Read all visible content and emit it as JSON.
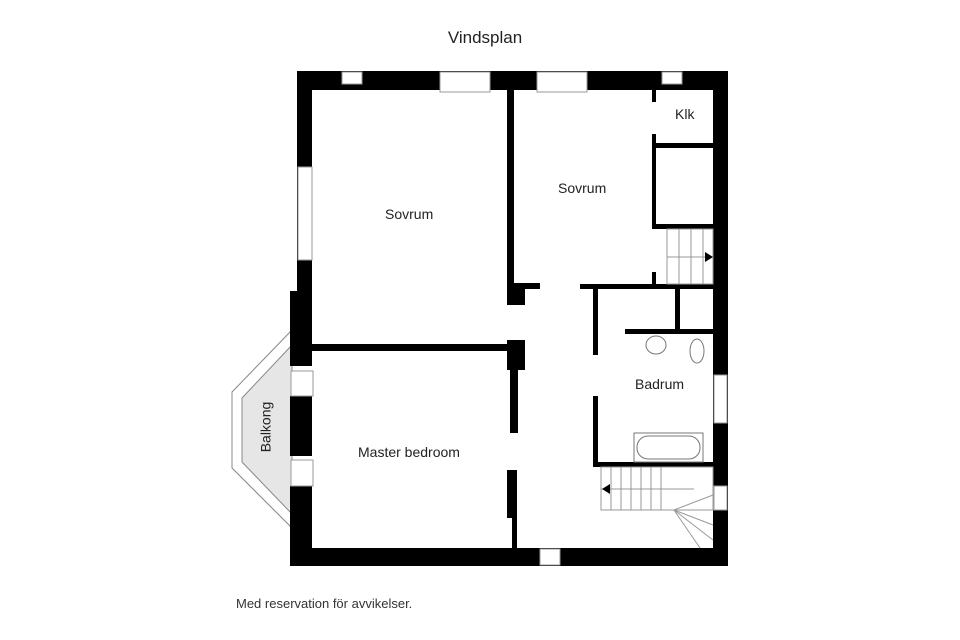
{
  "title": "Vindsplan",
  "disclaimer": "Med reservation för avvikelser.",
  "rooms": [
    {
      "id": "sovrum-1",
      "label": "Sovrum"
    },
    {
      "id": "sovrum-2",
      "label": "Sovrum"
    },
    {
      "id": "klk",
      "label": "Klk"
    },
    {
      "id": "master-bedroom",
      "label": "Master bedroom"
    },
    {
      "id": "badrum",
      "label": "Badrum"
    },
    {
      "id": "balkong",
      "label": "Balkong"
    }
  ],
  "colors": {
    "wall": "#000000",
    "window_fill": "#ffffff",
    "window_line": "#b0b0b0",
    "balcony_fill": "#e6e6e6",
    "background": "#ffffff"
  }
}
